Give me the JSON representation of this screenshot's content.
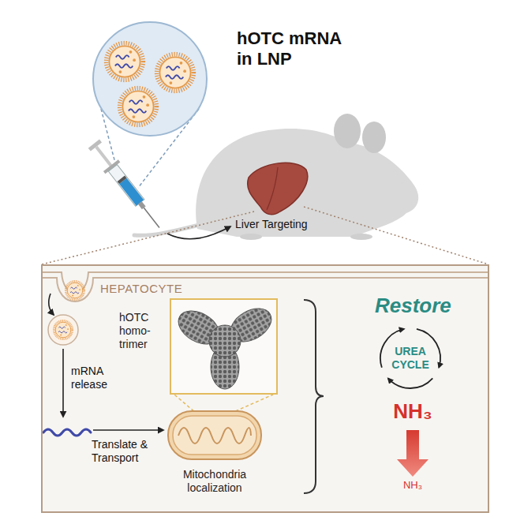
{
  "diagram": {
    "title": "hOTC mRNA in LNP",
    "nodes": [
      {
        "text": [
          "HEPATOCYTE"
        ]
      },
      {
        "text": [
          "hOTC homo-trimer"
        ],
        "in": 0
      },
      {
        "text": [
          "Mitochondria localization"
        ],
        "in": 0
      },
      {
        "text": [
          "UREA CYCLE"
        ],
        "in": 0
      }
    ],
    "edges": [
      {
        "from": 2,
        "to": 1,
        "arrow": "none"
      }
    ],
    "labels": [
      "Liver Targeting",
      "mRNA release",
      "Translate & Transport",
      "Restore",
      "NH₃",
      "NH₃"
    ]
  }
}
